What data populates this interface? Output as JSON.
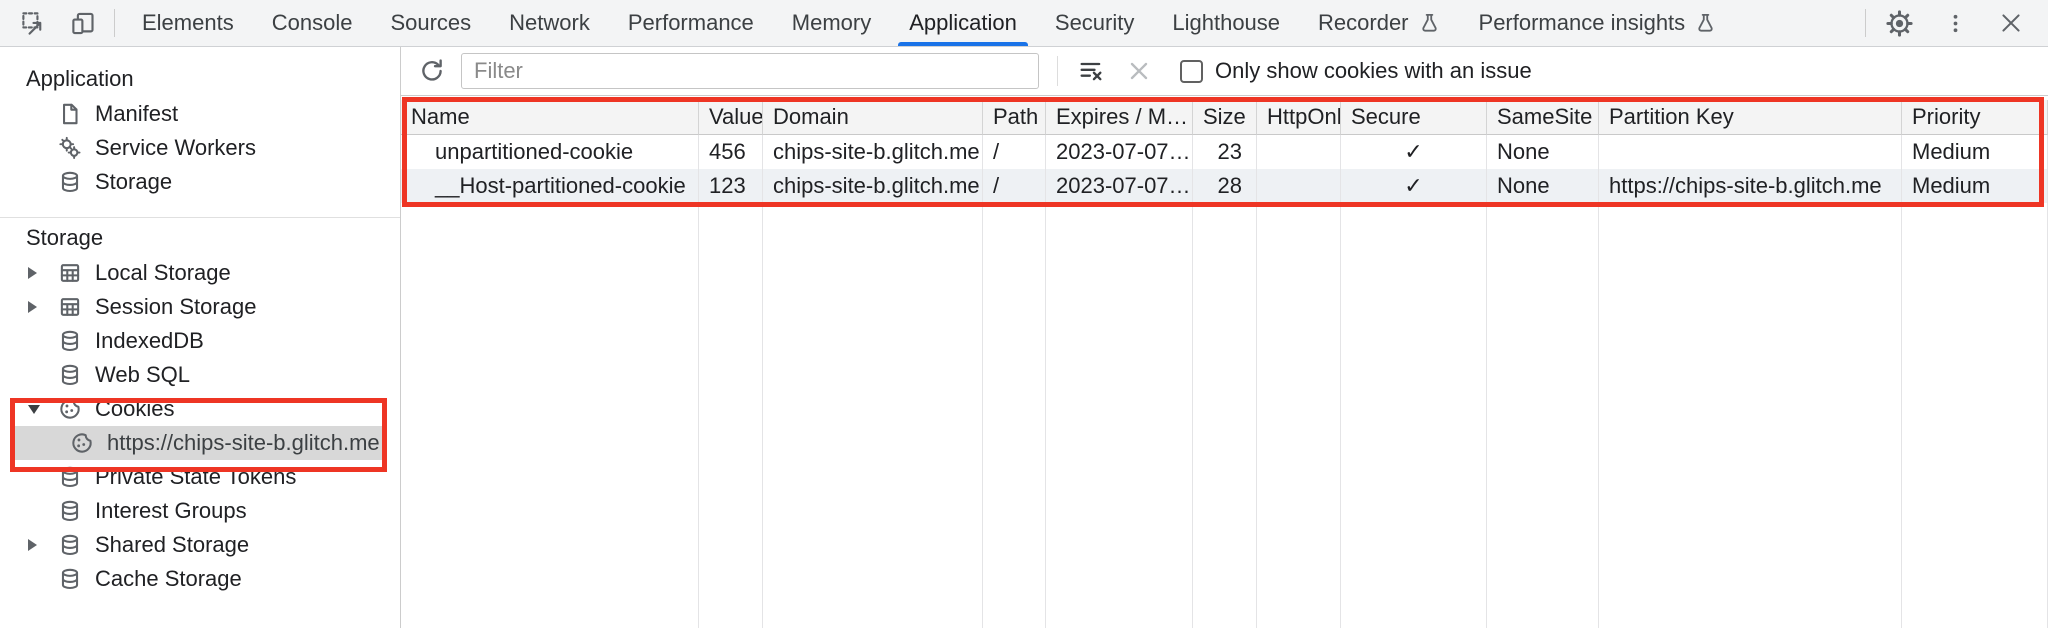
{
  "colors": {
    "accent_blue": "#1a73e8",
    "annotation_red": "#ee3524",
    "selection_gray": "#d8d8d8"
  },
  "tab_bar": {
    "tabs": [
      {
        "label": "Elements"
      },
      {
        "label": "Console"
      },
      {
        "label": "Sources"
      },
      {
        "label": "Network"
      },
      {
        "label": "Performance"
      },
      {
        "label": "Memory"
      },
      {
        "label": "Application",
        "selected": true
      },
      {
        "label": "Security"
      },
      {
        "label": "Lighthouse"
      },
      {
        "label": "Recorder",
        "experimental": true
      },
      {
        "label": "Performance insights",
        "experimental": true
      }
    ]
  },
  "toolbar": {
    "filter_placeholder": "Filter",
    "filter_value": "",
    "issue_label": "Only show cookies with an issue"
  },
  "sidebar": {
    "sections": [
      {
        "title": "Application",
        "items": [
          {
            "label": "Manifest"
          },
          {
            "label": "Service Workers"
          },
          {
            "label": "Storage"
          }
        ]
      },
      {
        "title": "Storage",
        "items": [
          {
            "label": "Local Storage"
          },
          {
            "label": "Session Storage"
          },
          {
            "label": "IndexedDB"
          },
          {
            "label": "Web SQL"
          },
          {
            "label": "Cookies"
          },
          {
            "label": "https://chips-site-b.glitch.me",
            "selected": true
          },
          {
            "label": "Private State Tokens"
          },
          {
            "label": "Interest Groups"
          },
          {
            "label": "Shared Storage"
          },
          {
            "label": "Cache Storage"
          }
        ]
      }
    ]
  },
  "cookie_table": {
    "columns": [
      "Name",
      "Value",
      "Domain",
      "Path",
      "Expires / M…",
      "Size",
      "HttpOnly",
      "Secure",
      "SameSite",
      "Partition Key",
      "Priority"
    ],
    "rows": [
      {
        "name": "unpartitioned-cookie",
        "value": "456",
        "domain": "chips-site-b.glitch.me",
        "path": "/",
        "expires": "2023-07-07…",
        "size": "23",
        "httponly": "",
        "secure": "✓",
        "samesite": "None",
        "partition_key": "",
        "priority": "Medium"
      },
      {
        "name": "__Host-partitioned-cookie",
        "value": "123",
        "domain": "chips-site-b.glitch.me",
        "path": "/",
        "expires": "2023-07-07…",
        "size": "28",
        "httponly": "",
        "secure": "✓",
        "samesite": "None",
        "partition_key": "https://chips-site-b.glitch.me",
        "priority": "Medium"
      }
    ]
  }
}
